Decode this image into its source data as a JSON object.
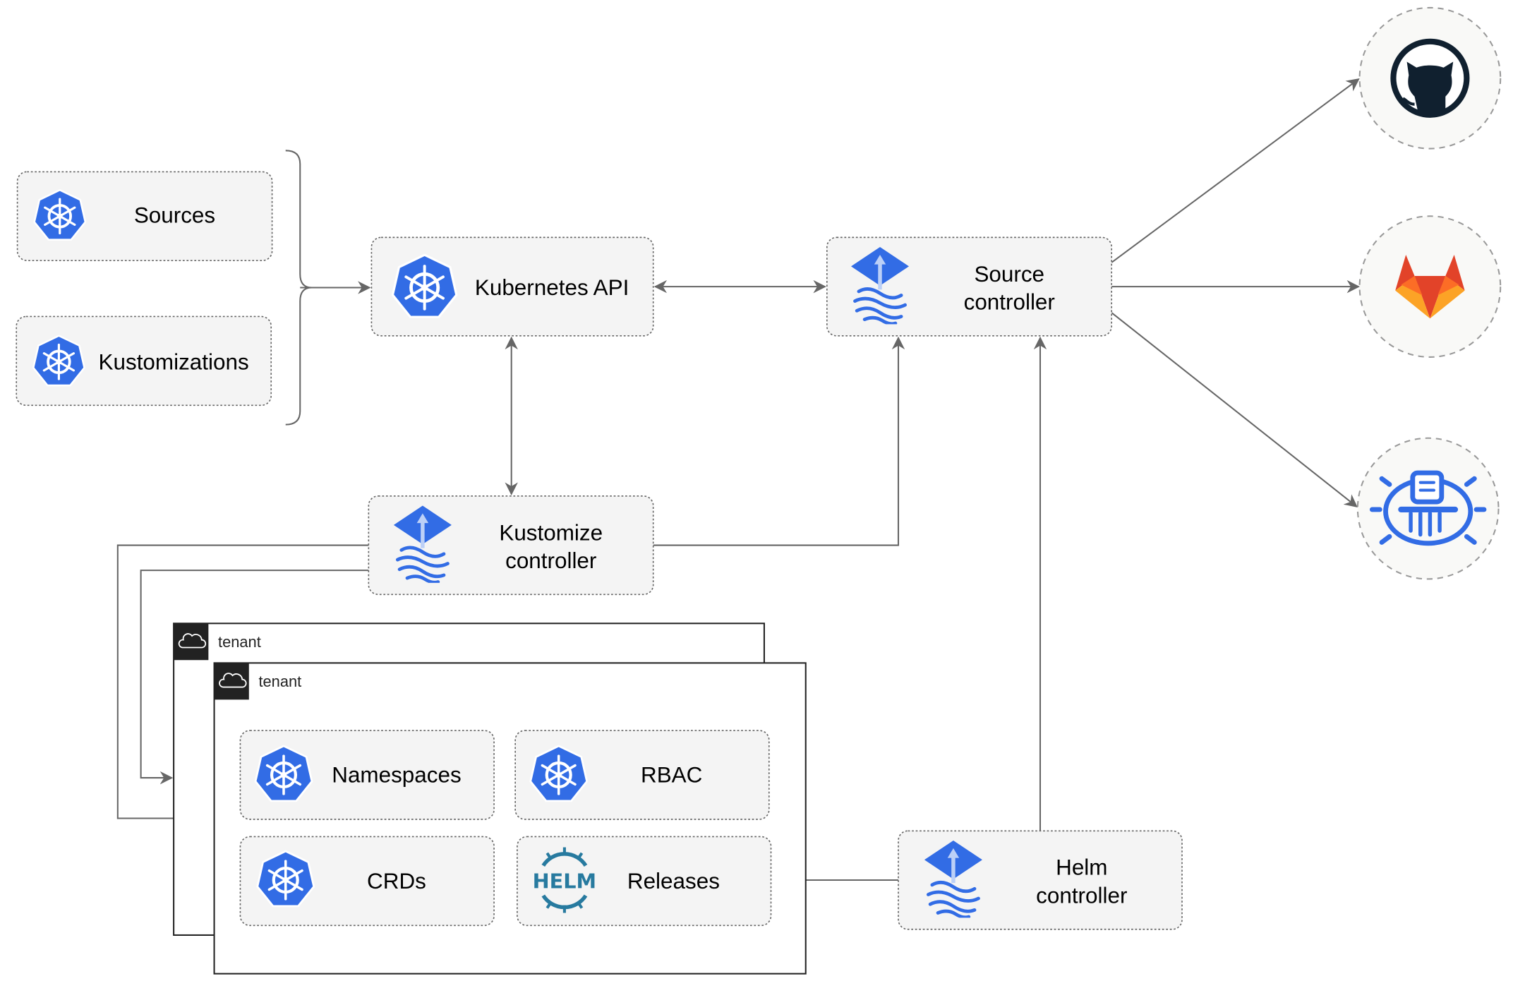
{
  "nodes": {
    "sources": {
      "label": "Sources",
      "icon": "kubernetes-icon"
    },
    "kustomizations": {
      "label": "Kustomizations",
      "icon": "kubernetes-icon"
    },
    "kubernetes_api": {
      "label": "Kubernetes API",
      "icon": "kubernetes-icon"
    },
    "source_controller": {
      "line1": "Source",
      "line2": "controller",
      "icon": "flux-icon"
    },
    "kustomize_controller": {
      "line1": "Kustomize",
      "line2": "controller",
      "icon": "flux-icon"
    },
    "helm_controller": {
      "line1": "Helm",
      "line2": "controller",
      "icon": "flux-icon"
    },
    "namespaces": {
      "label": "Namespaces",
      "icon": "kubernetes-icon"
    },
    "rbac": {
      "label": "RBAC",
      "icon": "kubernetes-icon"
    },
    "crds": {
      "label": "CRDs",
      "icon": "kubernetes-icon"
    },
    "releases": {
      "label": "Releases",
      "icon": "helm-icon",
      "logo_text": "HELM"
    }
  },
  "tenants": [
    {
      "label": "tenant",
      "icon": "cloud-icon"
    },
    {
      "label": "tenant",
      "icon": "cloud-icon"
    }
  ],
  "external": [
    {
      "icon": "github-icon"
    },
    {
      "icon": "gitlab-icon"
    },
    {
      "icon": "bucket-icon"
    }
  ],
  "colors": {
    "kubernetes_blue": "#326ce5",
    "box_fill": "#f4f4f4",
    "edge": "#666666",
    "gitlab_orange": "#e24329",
    "gitlab_yellow": "#fca326",
    "github_dark": "#10202f"
  }
}
